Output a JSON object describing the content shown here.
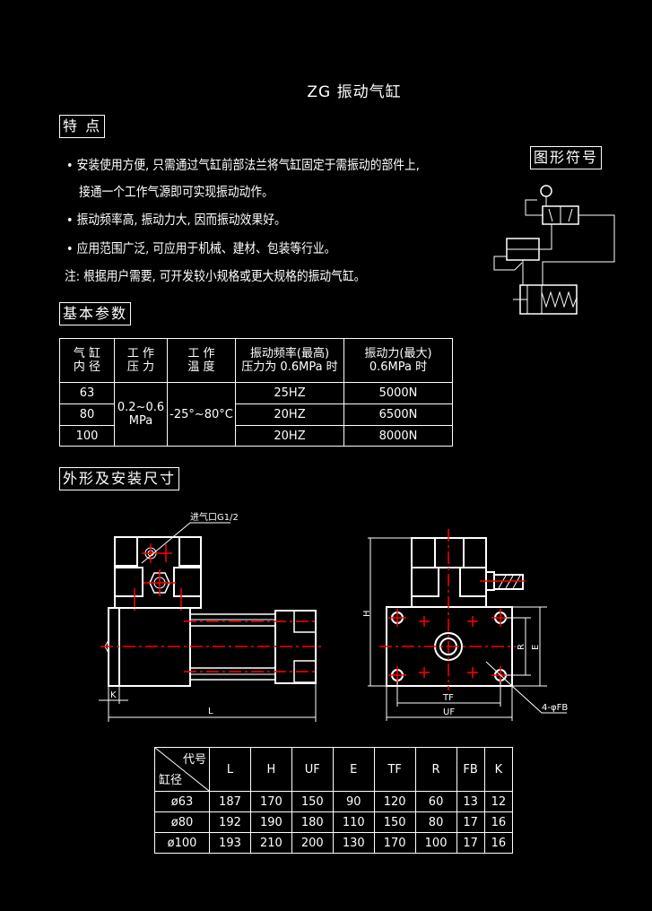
{
  "title": "ZG  振动气缸",
  "features": {
    "heading": "特 点",
    "lines": [
      "• 安装使用方便, 只需通过气缸前部法兰将气缸固定于需振动的部件上,",
      "接通一个工作气源即可实现振动动作。",
      "• 振动频率高, 振动力大, 因而振动效果好。",
      "• 应用范围广泛, 可应用于机械、建材、包装等行业。",
      "注: 根据用户需要, 可开发较小规格或更大规格的振动气缸。"
    ]
  },
  "symbol": {
    "heading": "图形符号"
  },
  "params": {
    "heading": "基本参数",
    "headers": [
      "气 缸\n内 径",
      "工 作\n压 力",
      "工 作\n温 度",
      "振动频率(最高)\n压力为 0.6MPa 时",
      "振动力(最大)\n0.6MPa 时"
    ],
    "pressure": "0.2~0.6\nMPa",
    "temperature": "-25°~80°C",
    "rows": [
      {
        "bore": "63",
        "freq": "25HZ",
        "force": "5000N"
      },
      {
        "bore": "80",
        "freq": "20HZ",
        "force": "6500N"
      },
      {
        "bore": "100",
        "freq": "20HZ",
        "force": "8000N"
      }
    ]
  },
  "dimensions": {
    "heading": "外形及安装尺寸",
    "drawing_labels": {
      "inlet": "进气口G1/2",
      "K": "K",
      "L": "L",
      "H": "H",
      "R": "R",
      "E": "E",
      "TF": "TF",
      "UF": "UF",
      "holes": "4-φFB"
    },
    "corner_top": "代号",
    "corner_bottom": "缸径",
    "columns": [
      "L",
      "H",
      "UF",
      "E",
      "TF",
      "R",
      "FB",
      "K"
    ],
    "rows": [
      {
        "bore": "ø63",
        "values": [
          "187",
          "170",
          "150",
          "90",
          "120",
          "60",
          "13",
          "12"
        ]
      },
      {
        "bore": "ø80",
        "values": [
          "192",
          "190",
          "180",
          "110",
          "150",
          "80",
          "17",
          "16"
        ]
      },
      {
        "bore": "ø100",
        "values": [
          "193",
          "210",
          "200",
          "130",
          "170",
          "100",
          "17",
          "16"
        ]
      }
    ]
  }
}
